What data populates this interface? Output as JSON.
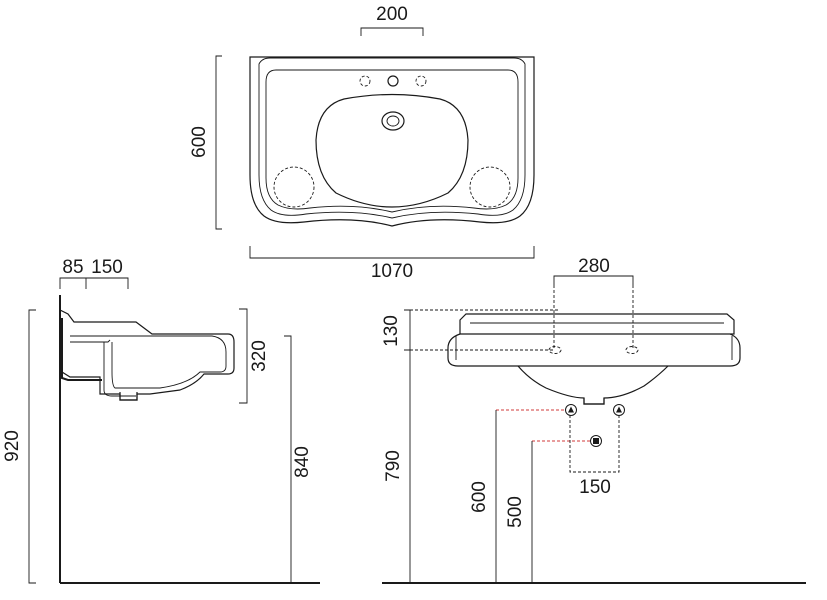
{
  "top_view": {
    "tap_spacing": "200",
    "depth": "600",
    "width": "1070"
  },
  "side_view": {
    "offset_a": "85",
    "offset_b": "150",
    "basin_height": "320",
    "total_height": "920",
    "rim_height": "840"
  },
  "front_view": {
    "fixing_spacing": "280",
    "rim_drop": "130",
    "fixing_height": "790",
    "supply_height": "600",
    "waste_height": "500",
    "supply_spacing": "150"
  },
  "colors": {
    "line": "#1a1a1a",
    "hidden_red": "#d23a3a"
  }
}
